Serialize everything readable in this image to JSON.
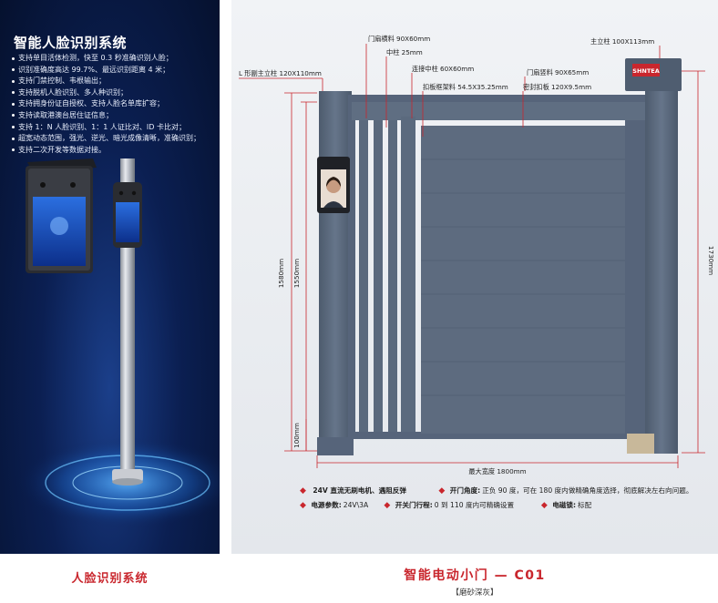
{
  "left_panel": {
    "title": "智能人脸识别系统",
    "features": [
      "支持单目活体检测，快至 0.3 秒准确识别人脸；",
      "识别准确度高达 99.7%、最远识别距离 4 米；",
      "支持门禁控制、韦根输出；",
      "支持脱机人脸识别、多人种识别；",
      "支持拥身份证自授权、支持人脸名单库扩容；",
      "支持读取港澳台居住证信息；",
      "支持 1：N 人脸识别、1：1 人证比对、ID 卡比对；",
      "超宽动态范围，强光、逆光、暗光成像清晰，准确识别；",
      "支持二次开发等数据对接。"
    ]
  },
  "gate_drawing": {
    "labels": {
      "door_crossbar": "门扇横料 90X60mm",
      "main_column": "主立柱 100X113mm",
      "middle_column": "中柱 25mm",
      "l_column": "L 形副主立柱 120X110mm",
      "connect_column": "连接中柱 60X60mm",
      "door_upright": "门扇竖料 90X65mm",
      "panel_frame": "扣板框架料 54.5X35.25mm",
      "seal_panel": "密封扣板 120X9.5mm",
      "h1580": "1580mm",
      "h1550": "1550mm",
      "h1730": "1730mm",
      "h100": "100mm",
      "max_width": "最大宽度 1800mm"
    },
    "brand_logo": "SHNTEA",
    "colors": {
      "gate": "#58677a",
      "dimension": "#c9262d"
    }
  },
  "specs": [
    [
      {
        "label": "",
        "value": "24V 直流无刷电机、遇阻反弹"
      },
      {
        "label": "开门角度:",
        "value": "正负 90 度，可在 180 度内做精确角度选择，彻底解决左右向问题。"
      }
    ],
    [
      {
        "label": "电源参数:",
        "value": "24V\\3A"
      },
      {
        "label": "开关门行程:",
        "value": "0 到 110 度内可精确设置"
      },
      {
        "label": "电磁锁:",
        "value": "标配"
      }
    ]
  ],
  "captions": {
    "left": "人脸识别系统",
    "right": "智能电动小门 — C01",
    "right_sub": "【磨砂深灰】"
  }
}
